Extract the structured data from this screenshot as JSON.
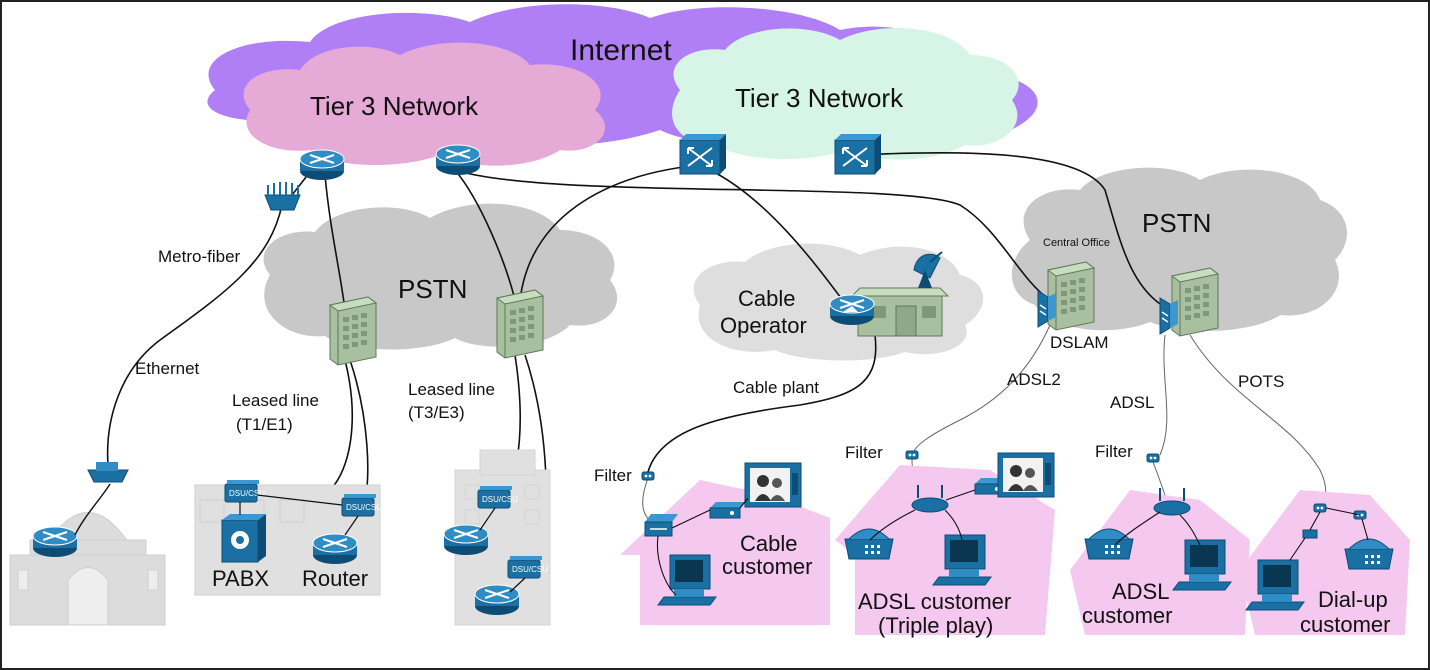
{
  "clouds": {
    "internet": "Internet",
    "tier3_left": "Tier 3 Network",
    "tier3_right": "Tier 3 Network",
    "pstn_left": "PSTN",
    "pstn_right": "PSTN",
    "cable_operator_line1": "Cable",
    "cable_operator_line2": "Operator"
  },
  "links": {
    "metro_fiber": "Metro-fiber",
    "ethernet": "Ethernet",
    "leased_line_1": "Leased line",
    "leased_line_1_type": "(T1/E1)",
    "leased_line_2": "Leased line",
    "leased_line_2_type": "(T3/E3)",
    "cable_plant": "Cable plant",
    "adsl2": "ADSL2",
    "adsl": "ADSL",
    "pots": "POTS"
  },
  "devices": {
    "central_office": "Central Office",
    "dslam": "DSLAM",
    "filter_cable": "Filter",
    "filter_adsl2": "Filter",
    "filter_adsl": "Filter",
    "dsu_csu": "DSU/CSU",
    "pabx": "PABX",
    "router": "Router"
  },
  "customers": {
    "cable_line1": "Cable",
    "cable_line2": "customer",
    "triple_line1": "ADSL customer",
    "triple_line2": "(Triple play)",
    "adsl_line1": "ADSL",
    "adsl_line2": "customer",
    "dialup_line1": "Dial-up",
    "dialup_line2": "customer"
  },
  "colors": {
    "internet_cloud": "#b07ff5",
    "tier3_left_cloud": "#e5aad6",
    "tier3_right_cloud": "#d6f5e6",
    "pstn_cloud": "#c8c8c8",
    "cable_cloud": "#dedede",
    "device_blue": "#1a6fa3",
    "building_green": "#a8bfa0",
    "house_pink": "#f5c8ef",
    "office_gray": "#d8d8d8"
  }
}
